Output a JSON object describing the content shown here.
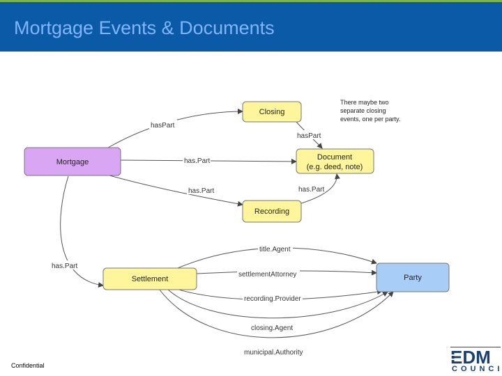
{
  "header": {
    "title": "Mortgage Events & Documents"
  },
  "nodes": {
    "closing": "Closing",
    "mortgage": "Mortgage",
    "document_line1": "Document",
    "document_line2": "(e.g. deed, note)",
    "recording": "Recording",
    "settlement": "Settlement",
    "party": "Party"
  },
  "note": {
    "line1": "There maybe two",
    "line2": "separate closing",
    "line3": "events, one per party."
  },
  "edges": {
    "mortgage_closing": "hasPart",
    "mortgage_document": "has.Part",
    "mortgage_recording": "has.Part",
    "closing_document": "hasPart",
    "recording_document": "has.Part",
    "mortgage_settlement": "has.Part",
    "title_agent": "title.Agent",
    "settlement_attorney": "settlementAttorney",
    "recording_provider": "recording.Provider",
    "closing_agent": "closing.Agent",
    "municipal_authority": "municipal.Authority"
  },
  "footer": {
    "confidential": "Confidential",
    "logo_word": "EDM",
    "logo_sub": "COUNCIL"
  },
  "colors": {
    "header_bg": "#0b5aa8",
    "header_accent": "#7ab648",
    "title_text": "#7fb6ff",
    "yellow_node": "#fff59d",
    "purple_node": "#d8a6f2",
    "blue_node": "#a8cdf7",
    "edge": "#555555"
  }
}
